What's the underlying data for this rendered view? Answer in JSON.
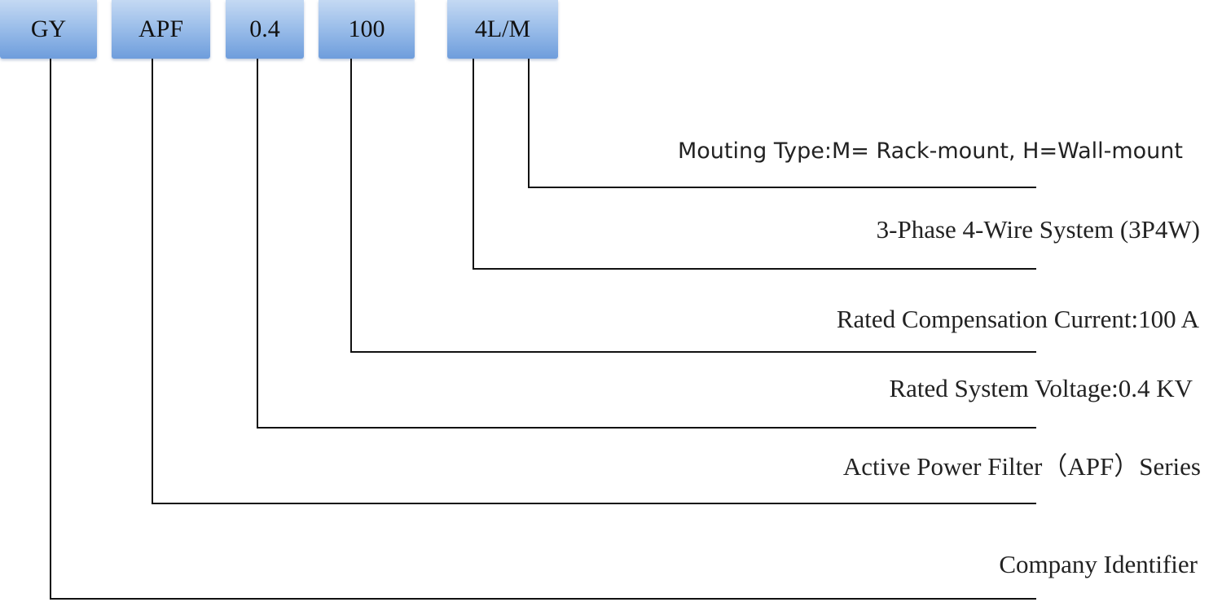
{
  "code_segments": [
    {
      "id": "gy",
      "label": "GY"
    },
    {
      "id": "apf",
      "label": "APF"
    },
    {
      "id": "volt",
      "label": "0.4"
    },
    {
      "id": "cur",
      "label": "100"
    },
    {
      "id": "sys",
      "label": "4L/M"
    }
  ],
  "descriptions": {
    "mounting": "Mouting Type:M= Rack-mount, H=Wall-mount",
    "system": "3-Phase 4-Wire System (3P4W)",
    "current": "Rated Compensation Current:100 A",
    "voltage": "Rated System Voltage:0.4 KV",
    "series": "Active Power Filter（APF）Series",
    "company": "Company Identifier"
  },
  "colors": {
    "box_top": "#c4d9f3",
    "box_bottom": "#6e9ddc",
    "line": "#111111",
    "text": "#222222"
  }
}
